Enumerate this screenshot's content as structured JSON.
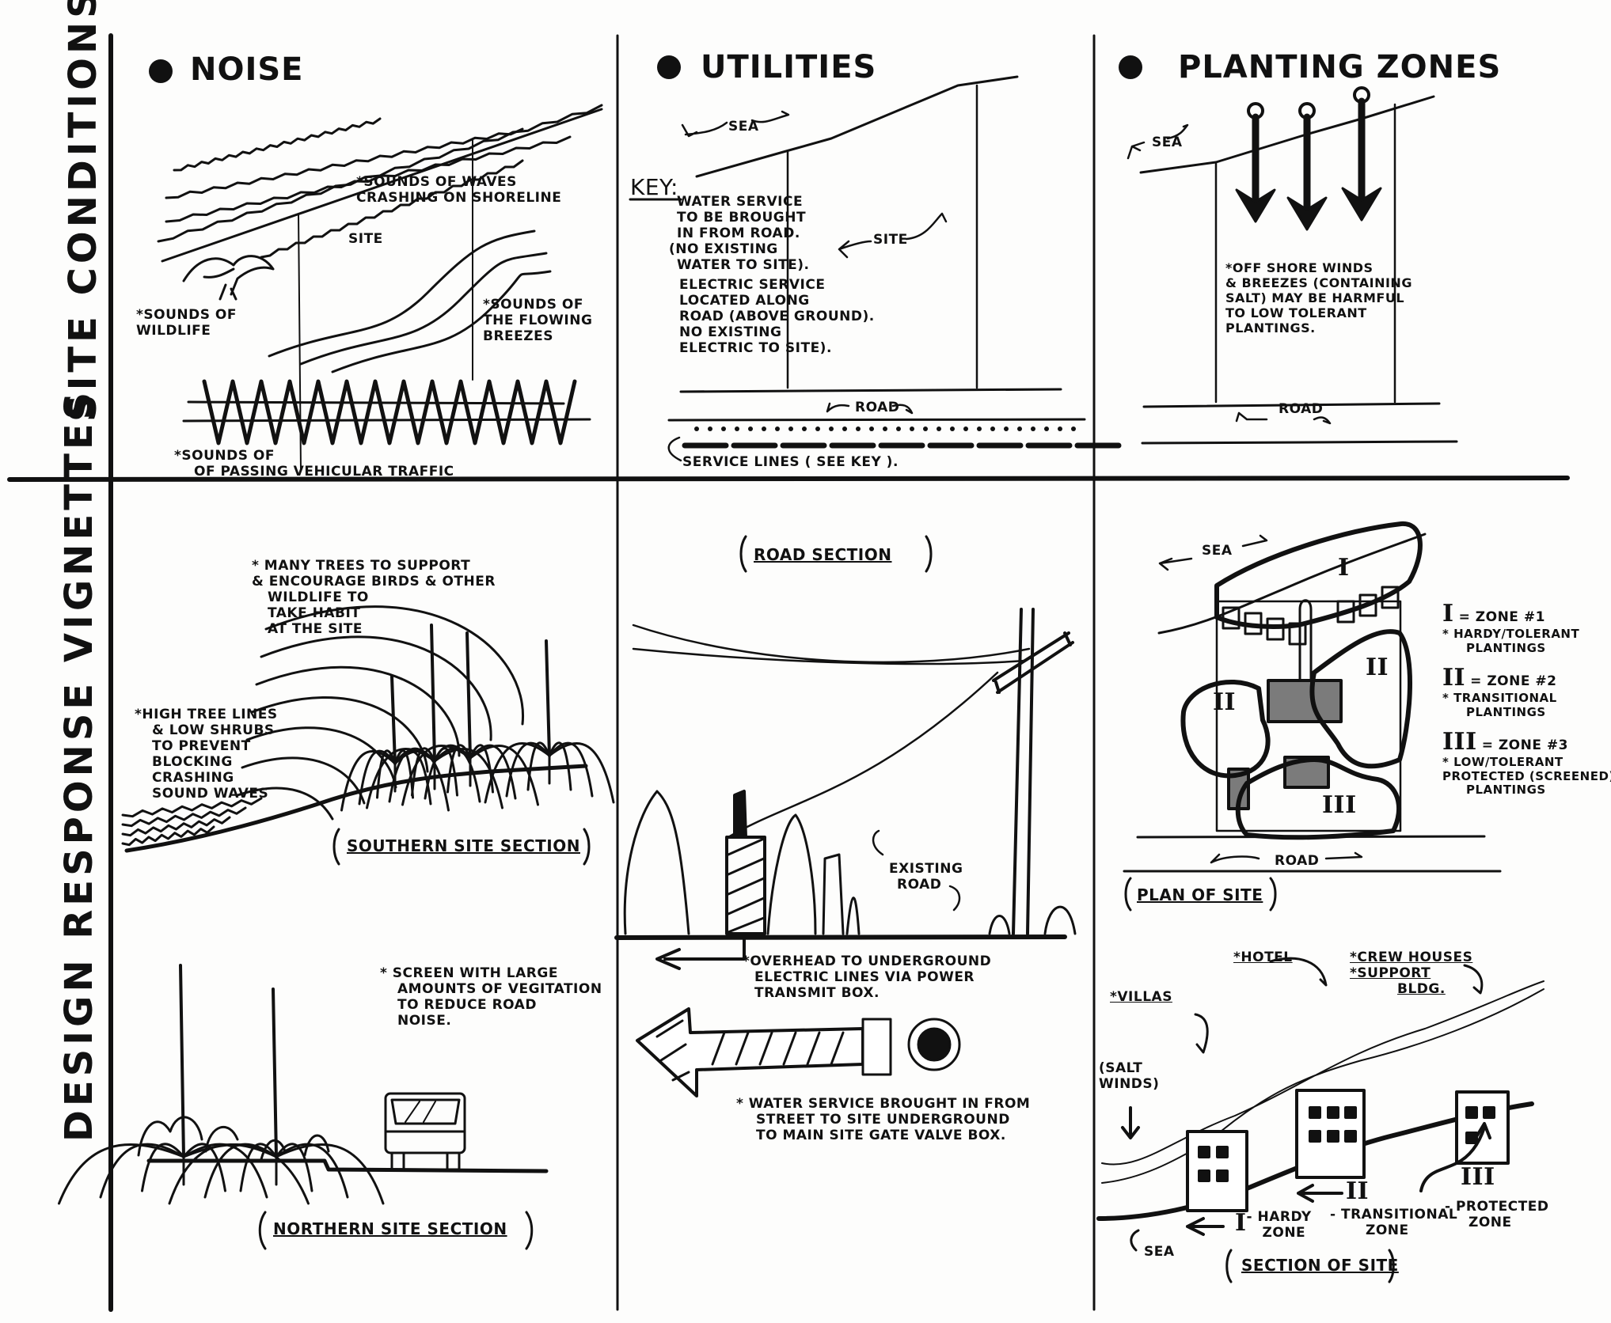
{
  "row_labels": [
    "SITE CONDITIONS",
    "DESIGN RESPONSE VIGNETTES"
  ],
  "noise": {
    "title": "NOISE",
    "waves_note": [
      "*SOUNDS OF WAVES",
      "CRASHING ON SHORELINE"
    ],
    "site": "SITE",
    "wildlife_note": [
      "*SOUNDS OF",
      "WILDLIFE"
    ],
    "breezes_note": [
      "*SOUNDS OF",
      "THE FLOWING",
      "BREEZES"
    ],
    "traffic_note": [
      "*SOUNDS OF",
      "OF PASSING VEHICULAR TRAFFIC"
    ]
  },
  "utilities": {
    "title": "UTILITIES",
    "sea": "SEA",
    "key_title": "KEY:",
    "key_water": [
      "WATER SERVICE",
      "TO BE BROUGHT",
      "IN FROM ROAD.",
      "(NO EXISTING",
      "WATER TO SITE)."
    ],
    "key_electric": [
      "ELECTRIC SERVICE",
      "LOCATED ALONG",
      "ROAD (ABOVE GROUND).",
      "NO EXISTING",
      "ELECTRIC TO SITE)."
    ],
    "site": "SITE",
    "road": "ROAD",
    "service_lines": "SERVICE LINES ( SEE KEY )."
  },
  "planting": {
    "title": "PLANTING ZONES",
    "sea": "SEA",
    "winds_note": [
      "*OFF SHORE WINDS",
      "& BREEZES (CONTAINING",
      "SALT) MAY BE HARMFUL",
      "TO LOW TOLERANT",
      "PLANTINGS."
    ],
    "road": "ROAD"
  },
  "southern": {
    "trees_note": [
      "* MANY TREES TO SUPPORT",
      "& ENCOURAGE BIRDS & OTHER",
      "WILDLIFE TO",
      "TAKE HABIT",
      "AT THE SITE"
    ],
    "tree_lines_note": [
      "*HIGH TREE LINES",
      "& LOW SHRUBS",
      "TO PREVENT",
      "BLOCKING",
      "CRASHING",
      "SOUND WAVES"
    ],
    "caption": "SOUTHERN SITE SECTION"
  },
  "northern": {
    "screen_note": [
      "* SCREEN WITH LARGE",
      "AMOUNTS OF VEGITATION",
      "TO REDUCE ROAD",
      "NOISE."
    ],
    "caption": "NORTHERN SITE SECTION"
  },
  "road_section": {
    "caption": "ROAD SECTION",
    "existing_road": [
      "EXISTING",
      "ROAD"
    ],
    "overhead_note": [
      "*OVERHEAD TO UNDERGROUND",
      "ELECTRIC LINES VIA POWER",
      "TRANSMIT BOX."
    ],
    "water_note": [
      "* WATER SERVICE BROUGHT IN FROM",
      "STREET TO SITE UNDERGROUND",
      "TO MAIN SITE GATE VALVE BOX."
    ]
  },
  "plan_of_site": {
    "sea": "SEA",
    "zones_on_plan": [
      "I",
      "II",
      "II",
      "III"
    ],
    "legend": [
      {
        "numeral": "I",
        "label": "= ZONE #1",
        "desc": [
          "* HARDY/TOLERANT",
          "PLANTINGS"
        ]
      },
      {
        "numeral": "II",
        "label": "= ZONE #2",
        "desc": [
          "* TRANSITIONAL",
          "PLANTINGS"
        ]
      },
      {
        "numeral": "III",
        "label": "= ZONE #3",
        "desc": [
          "* LOW/TOLERANT",
          "PROTECTED (SCREENED)",
          "PLANTINGS"
        ]
      }
    ],
    "road": "ROAD",
    "caption": "PLAN OF SITE"
  },
  "section_of_site": {
    "hotel": "*HOTEL",
    "crew": [
      "*CREW HOUSES",
      "*SUPPORT",
      "BLDG."
    ],
    "villas": "*VILLAS",
    "salt_winds": [
      "(SALT",
      "WINDS)"
    ],
    "zone1": {
      "numeral": "I",
      "label": [
        "- HARDY",
        "ZONE"
      ]
    },
    "zone2": {
      "numeral": "II",
      "label": [
        "- TRANSITIONAL",
        "ZONE"
      ]
    },
    "zone3": {
      "numeral": "III",
      "label": [
        "- PROTECTED",
        "ZONE"
      ]
    },
    "sea": "SEA",
    "caption": "SECTION OF SITE"
  }
}
